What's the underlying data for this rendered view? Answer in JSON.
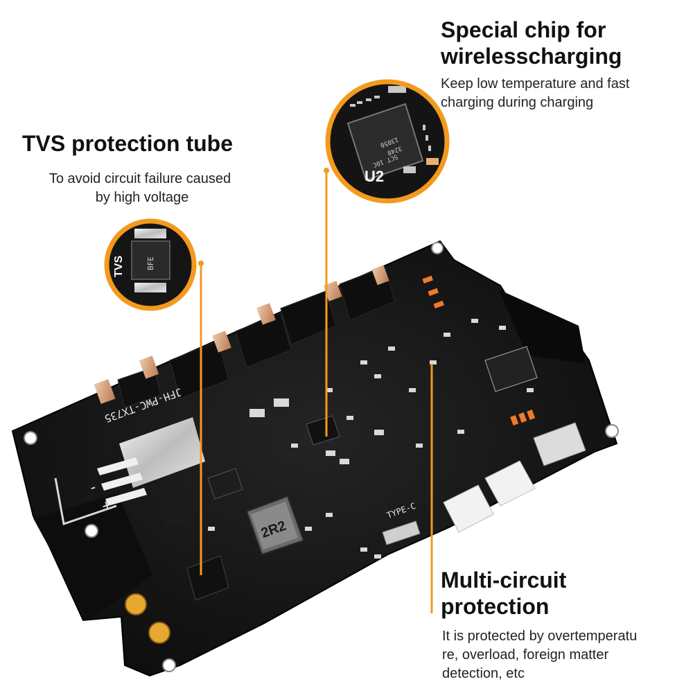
{
  "callouts": {
    "chip": {
      "title_line1": "Special chip for",
      "title_line2": "wirelesscharging",
      "desc_line1": "Keep low temperature and fast",
      "desc_line2": "charging during charging"
    },
    "tvs": {
      "title": "TVS protection tube",
      "desc_line1": "To avoid circuit failure caused",
      "desc_line2": "by high voltage"
    },
    "protection": {
      "title_line1": "Multi-circuit",
      "title_line2": "protection",
      "desc_line1": "It is protected by overtemperatu",
      "desc_line2": "re, overload, foreign matter",
      "desc_line3": "detection, etc"
    }
  },
  "board_markings": {
    "model": "JFH-PWC-TX735",
    "inductor": "2R2",
    "chip_label": "U2",
    "chip_code_line1": "13050",
    "chip_code_line2": "3240",
    "chip_code_line3": "SCT 10C",
    "tvs_label": "TVS",
    "tvs_code": "BFE",
    "type_c": "TYPE-C",
    "plus": "+",
    "minus": "-"
  },
  "colors": {
    "accent": "#f39a1e",
    "board": "#161616",
    "background": "#ffffff"
  }
}
